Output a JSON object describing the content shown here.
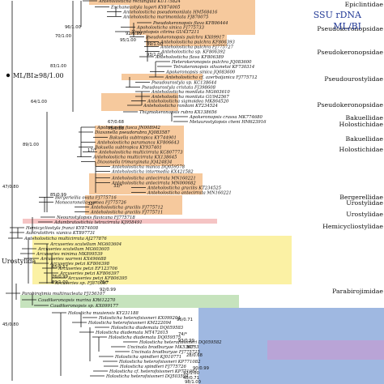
{
  "title": {
    "line1": "SSU rDNA",
    "line2": "ML/BI"
  },
  "legend": {
    "label": "ML/BI≥98/1.00"
  },
  "order_label": "Urostylida",
  "colors": {
    "orange": "#f6c99d",
    "yellow": "#fbf1a4",
    "blue": "#9fb8e1",
    "purple": "#b9a4d6",
    "green": "#c6e3bd",
    "pink": "#f5c4c4",
    "title": "#233a96"
  },
  "families": [
    {
      "name": "Epiclintidae"
    },
    {
      "name": "Pseudokeronopsidae"
    },
    {
      "name": "Pseudokeronopsidae"
    },
    {
      "name": "Pseudourostylidae"
    },
    {
      "name": "Pseudokeronopsidae"
    },
    {
      "name": "Bakuellidae"
    },
    {
      "name": "Holostichidae"
    },
    {
      "name": "Bakuellidae"
    },
    {
      "name": "Holostichidae"
    },
    {
      "name": "Bergerellidae"
    },
    {
      "name": "Urostylidae"
    },
    {
      "name": "Urostylidae"
    },
    {
      "name": "Hemicycliostylidae"
    },
    {
      "name": "Parabirojimidae"
    }
  ],
  "taxa": [
    {
      "label": "Anteholosticha rectangula KU175824"
    },
    {
      "label": "Eschaneustyla lugeri KY874005"
    },
    {
      "label": "Anteholosticha pseudomonilata HM568416"
    },
    {
      "label": "Anteholosticha marimonilata FJ870075"
    },
    {
      "label": "Pseudokeronopsis flava KF806444"
    },
    {
      "label": "Apoholosticha sinica FJ775733"
    },
    {
      "label": "Uroleptopsis citrina GU437211"
    },
    {
      "label": "Pseudokeronopsis pulchra KX09917"
    },
    {
      "label": "Anteholosticha pulchra KF806393"
    },
    {
      "label": "Anteholosticha pulchra FJ775727"
    },
    {
      "label": "Anteholosticha sp. KF806392"
    },
    {
      "label": "Anteholosticha flava KF806389"
    },
    {
      "label": "Heterokeronopsis pulchra JQ083600"
    },
    {
      "label": "Tetrakeronopsis silvanetoi KF730314"
    },
    {
      "label": "Apokeronopsis sinica JQ083600"
    },
    {
      "label": "Anteholosticha cf. azerbaijanica FJ775712"
    },
    {
      "label": "Pseudourostyla sp. KC138644"
    },
    {
      "label": "Pseudourostyla cristata FJ398608"
    },
    {
      "label": "Anteholosticha monilata MG603610"
    },
    {
      "label": "Anteholosticha monilata GU942567"
    },
    {
      "label": "Anteholosticha sigmoidea MK864520"
    },
    {
      "label": "Anteholosticha randani KT234524"
    },
    {
      "label": "Thigmokeronopsis rubra KX138656"
    },
    {
      "label": "Apokeronopsis crassa MK774680"
    },
    {
      "label": "Metaurostylopsis cheni HM623916"
    },
    {
      "label": "Apobakuella fusca JN008942"
    },
    {
      "label": "Diaxonella pseudorubra JQ083587"
    },
    {
      "label": "Bakuella subtropica KY744901"
    },
    {
      "label": "Anteholosticha paramanca KF806643"
    },
    {
      "label": "Bakuella subtropica KY937401"
    },
    {
      "label": "Anteholosticha multicirrata KC807773"
    },
    {
      "label": "Anteholosticha multicirrata KX138645"
    },
    {
      "label": "Diaxonella trimarginata JQ424834"
    },
    {
      "label": "Anteholosticha manca DQ059578"
    },
    {
      "label": "Anteholosticha intermedia KX421582"
    },
    {
      "label": "Anteholosticha antecirrata MN160221"
    },
    {
      "label": "Anteholosticha antecirrata MN000682"
    },
    {
      "label": "Anteholosticha gracilis KT234525"
    },
    {
      "label": "Anteholosticha antecirrata MN160221"
    },
    {
      "label": "Bergeriellia ovata FJ775716"
    },
    {
      "label": "Monocoronella carnea FJ775726"
    },
    {
      "label": "Anteholosticha gracilis FJ775712"
    },
    {
      "label": "Anteholosticha gracilis FJ775711"
    },
    {
      "label": "Neourostylopsis flavicana FJ775718"
    },
    {
      "label": "Adumbratostichia tetracirrata KJ958491"
    },
    {
      "label": "Hemicycliostyla franzi KY874008"
    },
    {
      "label": "Australothrix xianica KT897731"
    },
    {
      "label": "Anteholosticha multicirrata AJ277876"
    },
    {
      "label": "Arcuseries scutellum MG603604"
    },
    {
      "label": "Arcuseries scutellum MG603605"
    },
    {
      "label": "Arcuseries minima MK899539"
    },
    {
      "label": "Arcuseries warreni KX496688"
    },
    {
      "label": "Arcuseries petzi KF806398"
    },
    {
      "label": "Arcuseries petzi EF123706"
    },
    {
      "label": "Arcuseries petzi KF806397"
    },
    {
      "label": "Arcuseries petzi KF806395"
    },
    {
      "label": "Arcuseries sp. FJ870067"
    },
    {
      "label": "Parabirojimia multinucleata FJ156107"
    },
    {
      "label": "Caudikeronopsis marina KR612270"
    },
    {
      "label": "Caudikeronopsis sp. KX099177"
    },
    {
      "label": "Holosticha muuiensis KY231188"
    },
    {
      "label": "Holosticha heterofoissneri KX099204"
    },
    {
      "label": "Holosticha heterofoissneri KM222094"
    },
    {
      "label": "Holosticha diademata DQ059583"
    },
    {
      "label": "Holosticha diademata MT472615"
    },
    {
      "label": "Holosticha diademata DQ059575"
    },
    {
      "label": "Holosticha heterofoissneri DQ059582"
    },
    {
      "label": "Uncinata bradburyae MK536733"
    },
    {
      "label": "Uncinata bradburyae FJ775725"
    },
    {
      "label": "Holosticha spindleri KJ010771"
    },
    {
      "label": "Holosticha heterofoissneri KP771082"
    },
    {
      "label": "Holosticha spindleri FJ775726"
    },
    {
      "label": "Holosticha cf. heterofoissneri KP771081"
    },
    {
      "label": "Holosticha heterofoissneri DQ503594"
    }
  ],
  "support": [
    {
      "label": "96/1.00"
    },
    {
      "label": "70/1.00"
    },
    {
      "label": "92/0.99"
    },
    {
      "label": "95/1.00"
    },
    {
      "label": "89/1.00"
    },
    {
      "label": "93/1.00"
    },
    {
      "label": "83/1.00"
    },
    {
      "label": "64/1.00"
    },
    {
      "label": "67/0.68"
    },
    {
      "label": "75/0.88"
    },
    {
      "label": "89/1.00"
    },
    {
      "label": "17/*"
    },
    {
      "label": "32/*"
    },
    {
      "label": "33/*"
    },
    {
      "label": "85/0.99"
    },
    {
      "label": "47/0.80"
    },
    {
      "label": "65/0.57"
    },
    {
      "label": "76/0.99"
    },
    {
      "label": "89/1.00"
    },
    {
      "label": "75/*"
    },
    {
      "label": "92/0.99"
    },
    {
      "label": "45/0.80"
    },
    {
      "label": "96/0.71"
    },
    {
      "label": "74/*"
    },
    {
      "label": "93/0.99"
    },
    {
      "label": "30/*"
    },
    {
      "label": "28/0.68"
    },
    {
      "label": "90/0.99"
    },
    {
      "label": "92/1.00"
    },
    {
      "label": "40/0.71"
    },
    {
      "label": "98/1.00"
    }
  ]
}
